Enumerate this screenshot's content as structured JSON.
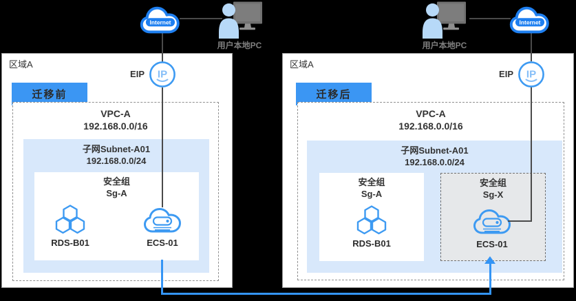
{
  "colors": {
    "badge_blue": "#3B96F3",
    "icon_blue": "#3D9AF2",
    "internet_blue": "#1E7FF0",
    "subnet_fill": "#D8E8FB",
    "sgx_fill": "#E6E8EA",
    "person_blue": "#B7D9F8",
    "monitor_gray": "#717171",
    "line_dark": "#4A4A4A",
    "flow_blue": "#3394F5"
  },
  "top_left": {
    "internet_label": "Internet",
    "pc_label": "用户本地PC",
    "eip_label": "EIP",
    "eip_icon_text": "IP"
  },
  "top_right": {
    "internet_label": "Internet",
    "pc_label": "用户本地PC",
    "eip_label": "EIP",
    "eip_icon_text": "IP"
  },
  "panel_before": {
    "region_label": "区域A",
    "badge_label": "迁移前",
    "vpc_name": "VPC-A",
    "vpc_cidr": "192.168.0.0/16",
    "subnet_name": "子网Subnet-A01",
    "subnet_cidr": "192.168.0.0/24",
    "sg_a_title": "安全组",
    "sg_a_name": "Sg-A",
    "rds_label": "RDS-B01",
    "ecs_label": "ECS-01"
  },
  "panel_after": {
    "region_label": "区域A",
    "badge_label": "迁移后",
    "vpc_name": "VPC-A",
    "vpc_cidr": "192.168.0.0/16",
    "subnet_name": "子网Subnet-A01",
    "subnet_cidr": "192.168.0.0/24",
    "sg_a_title": "安全组",
    "sg_a_name": "Sg-A",
    "sg_x_title": "安全组",
    "sg_x_name": "Sg-X",
    "rds_label": "RDS-B01",
    "ecs_label": "ECS-01"
  }
}
